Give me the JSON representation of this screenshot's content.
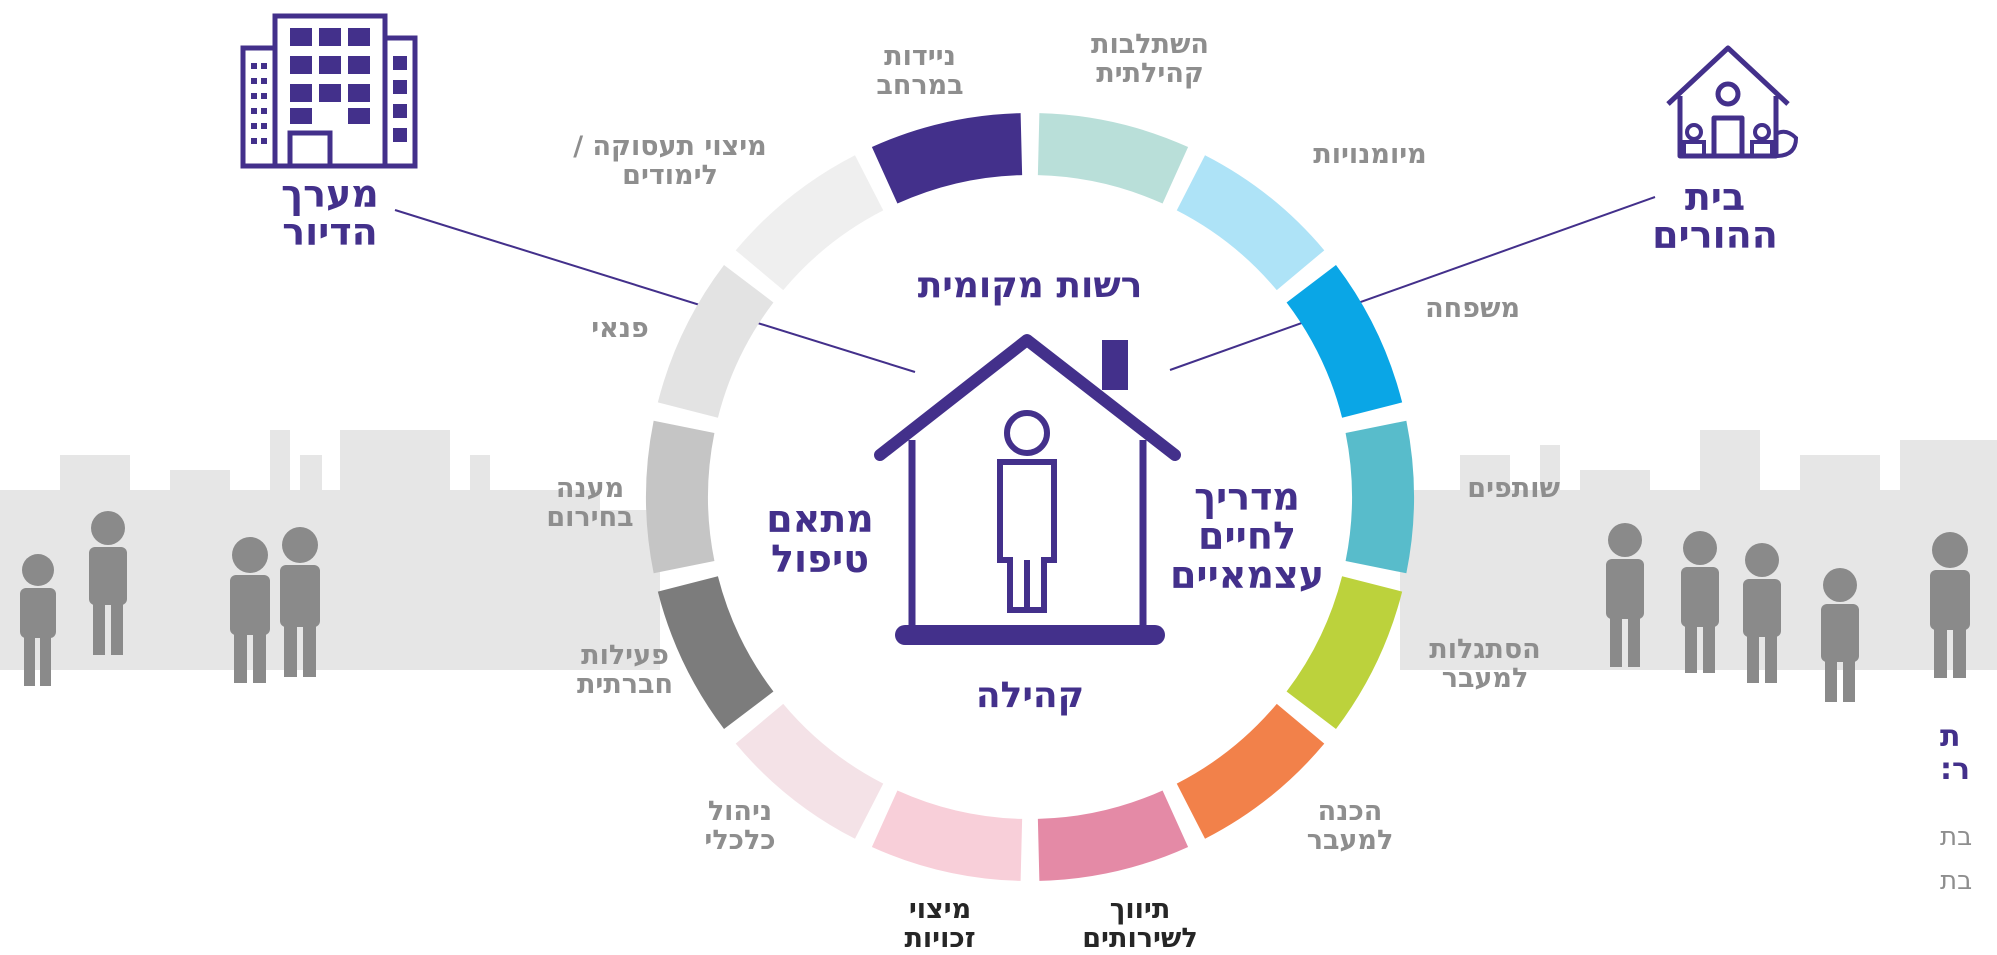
{
  "colors": {
    "purple": "#43308b",
    "silhouette": "#e6e6e6",
    "people": "#8a8a8a",
    "label_gray": "#8e8e8e",
    "label_dark": "#262626"
  },
  "wheel": {
    "segments": [
      {
        "label": "השתלבות\nקהילתית",
        "color": "#b9dfd9",
        "tone": "gray"
      },
      {
        "label": "מיומנויות",
        "color": "#aee3f7",
        "tone": "gray"
      },
      {
        "label": "משפחה",
        "color": "#0aa6e6",
        "tone": "gray"
      },
      {
        "label": "שותפים",
        "color": "#58bccb",
        "tone": "gray"
      },
      {
        "label": "הסתגלות\nלמעבר",
        "color": "#bcd23c",
        "tone": "gray"
      },
      {
        "label": "הכנה\nלמעבר",
        "color": "#f2814a",
        "tone": "gray"
      },
      {
        "label": "תיווך\nלשירותים",
        "color": "#e48aa6",
        "tone": "dark"
      },
      {
        "label": "מיצוי\nזכויות",
        "color": "#f8cfd9",
        "tone": "dark"
      },
      {
        "label": "ניהול\nכלכלי",
        "color": "#f4e2e7",
        "tone": "gray"
      },
      {
        "label": "פעילות\nחברתית",
        "color": "#7c7c7c",
        "tone": "gray"
      },
      {
        "label": "מענה\nבחירום",
        "color": "#c5c5c5",
        "tone": "gray"
      },
      {
        "label": "פנאי",
        "color": "#e3e3e3",
        "tone": "gray"
      },
      {
        "label": "מיצוי תעסוקה /\nלימודים",
        "color": "#efefef",
        "tone": "gray"
      },
      {
        "label": "ניידות\nבמרחב",
        "color": "#43308b",
        "tone": "gray"
      }
    ]
  },
  "center": {
    "top_label": "רשות מקומית",
    "left_label": "מתאם\nטיפול",
    "right_label": "מדריך\nלחיים\nעצמאיים",
    "bottom_label": "קהילה"
  },
  "housing": {
    "title": "מערך\nהדיור",
    "icon": "apartment-building-icon"
  },
  "parents": {
    "title": "בית\nההורים",
    "icon": "family-home-icon"
  },
  "center_icon": "person-in-house-icon",
  "partial_text": {
    "heading": "ת\nר:",
    "lines": "בת\nבת"
  }
}
